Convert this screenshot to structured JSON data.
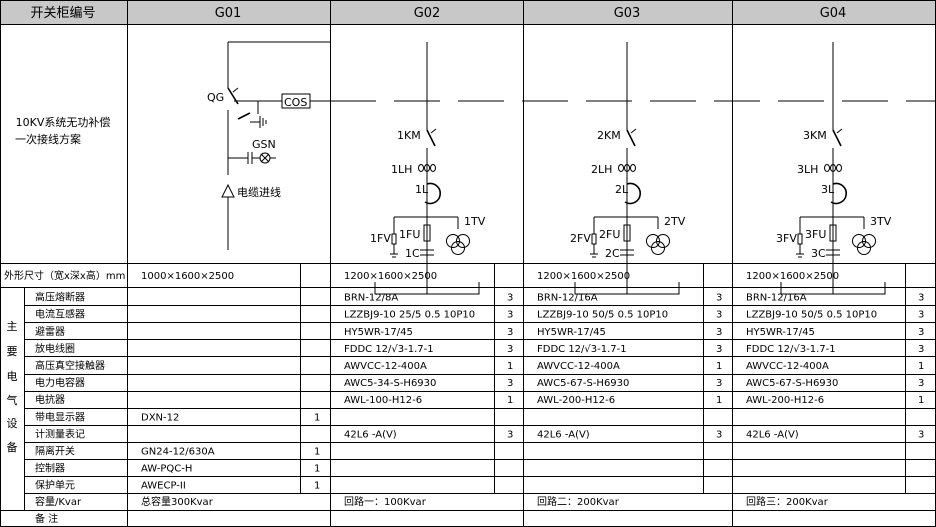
{
  "header": {
    "cabinet_no_label": "开关柜编号",
    "cabinets": [
      "G01",
      "G02",
      "G03",
      "G04"
    ]
  },
  "scheme_label": [
    "10KV系统无功补偿",
    "一次接线方案"
  ],
  "diagram": {
    "g01": {
      "switch_label": "QG",
      "sensor_label": "GSN",
      "cos_label": "COS",
      "incoming_label": "电缆进线"
    },
    "branches": [
      {
        "contactor": "1KM",
        "ct": "1LH",
        "reactor": "1L",
        "arrester": "1FV",
        "fuse": "1FU",
        "capacitor": "1C",
        "pt": "1TV"
      },
      {
        "contactor": "2KM",
        "ct": "2LH",
        "reactor": "2L",
        "arrester": "2FV",
        "fuse": "2FU",
        "capacitor": "2C",
        "pt": "2TV"
      },
      {
        "contactor": "3KM",
        "ct": "3LH",
        "reactor": "3L",
        "arrester": "3FV",
        "fuse": "3FU",
        "capacitor": "3C",
        "pt": "3TV"
      }
    ]
  },
  "dimensions": {
    "label": "外形尺寸（宽x深x高）mm",
    "values": [
      "1000×1600×2500",
      "1200×1600×2500",
      "1200×1600×2500",
      "1200×1600×2500"
    ]
  },
  "equipment_group_label": [
    "主",
    "要",
    "电",
    "气",
    "设",
    "备"
  ],
  "rows": [
    {
      "name": "高压熔断器",
      "g01": "",
      "g01q": "",
      "g02": "BRN-12/8A",
      "g02q": "3",
      "g03": "BRN-12/16A",
      "g03q": "3",
      "g04": "BRN-12/16A",
      "g04q": "3"
    },
    {
      "name": "电流互感器",
      "g01": "",
      "g01q": "",
      "g02": "LZZBJ9-10 25/5 0.5 10P10",
      "g02q": "3",
      "g03": "LZZBJ9-10 50/5 0.5 10P10",
      "g03q": "3",
      "g04": "LZZBJ9-10 50/5 0.5 10P10",
      "g04q": "3"
    },
    {
      "name": "避雷器",
      "g01": "",
      "g01q": "",
      "g02": "HY5WR-17/45",
      "g02q": "3",
      "g03": "HY5WR-17/45",
      "g03q": "3",
      "g04": "HY5WR-17/45",
      "g04q": "3"
    },
    {
      "name": "放电线圈",
      "g01": "",
      "g01q": "",
      "g02": "FDDC 12/√3-1.7-1",
      "g02q": "3",
      "g03": "FDDC 12/√3-1.7-1",
      "g03q": "3",
      "g04": "FDDC 12/√3-1.7-1",
      "g04q": "3"
    },
    {
      "name": "高压真空接触器",
      "g01": "",
      "g01q": "",
      "g02": "AWVCC-12-400A",
      "g02q": "1",
      "g03": "AWVCC-12-400A",
      "g03q": "1",
      "g04": "AWVCC-12-400A",
      "g04q": "1"
    },
    {
      "name": "电力电容器",
      "g01": "",
      "g01q": "",
      "g02": "AWC5-34-S-H6930",
      "g02q": "3",
      "g03": "AWC5-67-S-H6930",
      "g03q": "3",
      "g04": "AWC5-67-S-H6930",
      "g04q": "3"
    },
    {
      "name": "电抗器",
      "g01": "",
      "g01q": "",
      "g02": "AWL-100-H12-6",
      "g02q": "1",
      "g03": "AWL-200-H12-6",
      "g03q": "1",
      "g04": "AWL-200-H12-6",
      "g04q": "1"
    },
    {
      "name": "带电显示器",
      "g01": "DXN-12",
      "g01q": "1",
      "g02": "",
      "g02q": "",
      "g03": "",
      "g03q": "",
      "g04": "",
      "g04q": ""
    },
    {
      "name": "计测量表记",
      "g01": "",
      "g01q": "",
      "g02": "42L6 -A(V)",
      "g02q": "3",
      "g03": "42L6 -A(V)",
      "g03q": "3",
      "g04": "42L6 -A(V)",
      "g04q": "3"
    },
    {
      "name": "隔离开关",
      "g01": "GN24-12/630A",
      "g01q": "1",
      "g02": "",
      "g02q": "",
      "g03": "",
      "g03q": "",
      "g04": "",
      "g04q": ""
    },
    {
      "name": "控制器",
      "g01": "AW-PQC-H",
      "g01q": "1",
      "g02": "",
      "g02q": "",
      "g03": "",
      "g03q": "",
      "g04": "",
      "g04q": ""
    },
    {
      "name": "保护单元",
      "g01": "AWECP-II",
      "g01q": "1",
      "g02": "",
      "g02q": "",
      "g03": "",
      "g03q": "",
      "g04": "",
      "g04q": ""
    }
  ],
  "capacity": {
    "label": "容量/Kvar",
    "values": [
      "总容量300Kvar",
      "回路一：100Kvar",
      "回路二：200Kvar",
      "回路三：200Kvar"
    ]
  },
  "remarks_label": "备  注"
}
